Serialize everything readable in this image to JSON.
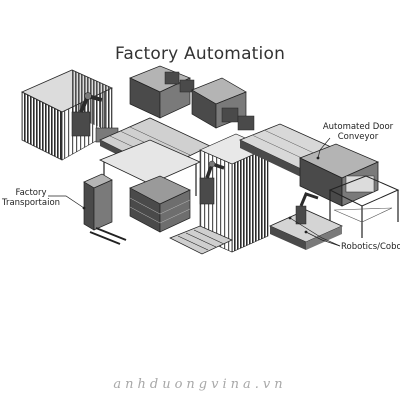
{
  "title": "Factory Automation",
  "callouts": {
    "door_conveyor_line1": "Automated Door",
    "door_conveyor_line2": "Conveyor",
    "transport_line1": "Factory",
    "transport_line2": "Transportaion",
    "robotics": "Robotics/Cobot"
  },
  "watermark": "anhduongvina.vn",
  "colors": {
    "ink": "#2b2b2b",
    "fill_dark": "#4a4a4a",
    "fill_mid": "#7a7a7a",
    "fill_light": "#b4b4b4",
    "background": "#ffffff"
  }
}
